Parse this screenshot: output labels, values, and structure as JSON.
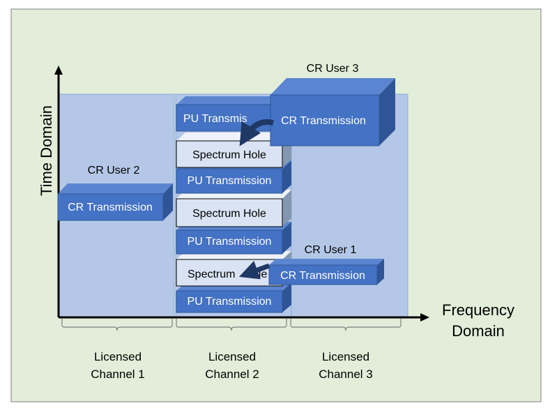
{
  "axes": {
    "y_label": "Time Domain",
    "x_label_line1": "Frequency",
    "x_label_line2": "Domain"
  },
  "channels": [
    {
      "line1": "Licensed",
      "line2": "Channel 1"
    },
    {
      "line1": "Licensed",
      "line2": "Channel 2"
    },
    {
      "line1": "Licensed",
      "line2": "Channel 3"
    }
  ],
  "users": {
    "cr_user_1": "CR User 1",
    "cr_user_2": "CR User 2",
    "cr_user_3": "CR User 3"
  },
  "blocks": {
    "cr_transmission": "CR Transmission",
    "pu_transmission": "PU Transmission",
    "pu_transmission_partial": "PU Transmis",
    "spectrum_hole": "Spectrum Hole",
    "spectrum_hole_partial": "Spectrum",
    "spectrum_hole_tail": "ole"
  },
  "colors": {
    "background": "#e2eed9",
    "channel_area": "#b4c7e7",
    "block_blue": "#4472c4",
    "block_border": "#2f5597",
    "hole_fill": "#dae3f3",
    "arrow": "#1f3864"
  }
}
